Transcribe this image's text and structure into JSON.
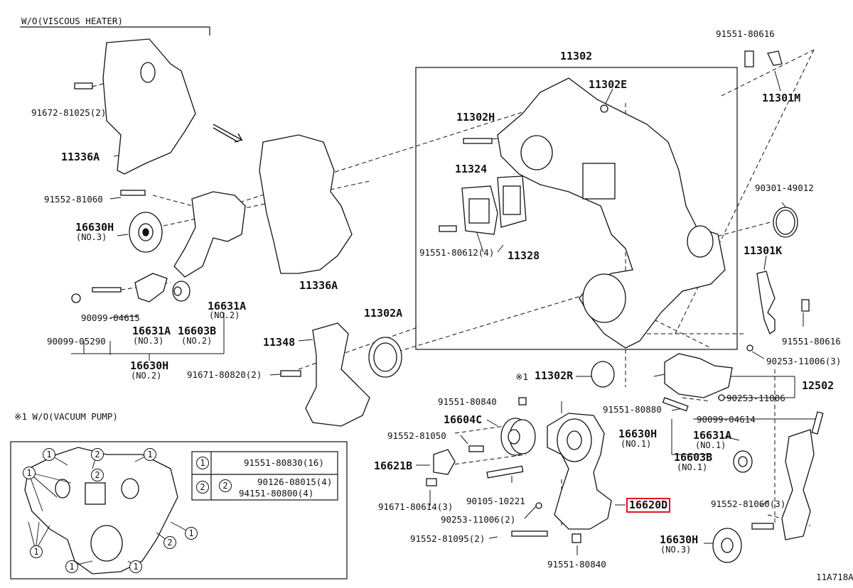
{
  "headers": {
    "wo_viscous_heater": "W/O(VISCOUS HEATER)",
    "wo_vacuum_pump": "※1 W/O(VACUUM PUMP)"
  },
  "figure_id": "11A718A",
  "callouts": {
    "p_91672_81025": "91672-81025(2)",
    "p_11336A_top": "11336A",
    "p_91552_81060_left": "91552-81060",
    "p_16630H_no3_top": "16630H",
    "p_16630H_no3_top_sub": "(NO.3)",
    "p_90099_04615": "90099-04615",
    "p_90099_05290": "90099-05290",
    "p_16631A_no3": "16631A",
    "p_16631A_no3_sub": "(NO.3)",
    "p_16603B_no2": "16603B",
    "p_16603B_no2_sub": "(NO.2)",
    "p_16631A_no2": "16631A",
    "p_16631A_no2_sub": "(NO.2)",
    "p_16630H_no2": "16630H",
    "p_16630H_no2_sub": "(NO.2)",
    "p_11336A_mid": "11336A",
    "p_11348": "11348",
    "p_91671_80820": "91671-80820(2)",
    "p_11302A": "11302A",
    "p_11302": "11302",
    "p_11302E": "11302E",
    "p_11302H": "11302H",
    "p_11324": "11324",
    "p_91551_80612": "91551-80612(4)",
    "p_11328": "11328",
    "p_91551_80616_top": "91551-80616",
    "p_11301M": "11301M",
    "p_90301_49012": "90301-49012",
    "p_11301K": "11301K",
    "p_91551_80616_right": "91551-80616",
    "p_90253_11006_3": "90253-11006(3)",
    "p_11302R_mark": "※1",
    "p_11302R": "11302R",
    "p_12502": "12502",
    "p_90253_11006": "90253-11006",
    "p_91551_80880": "91551-80880",
    "p_90099_04614": "90099-04614",
    "p_91551_80840_top": "91551-80840",
    "p_16604C": "16604C",
    "p_91552_81050": "91552-81050",
    "p_16621B": "16621B",
    "p_91671_80614": "91671-80614(3)",
    "p_90105_10221": "90105-10221",
    "p_90253_11006_2": "90253-11006(2)",
    "p_91552_81095": "91552-81095(2)",
    "p_91551_80840_bottom": "91551-80840",
    "p_16620D": "16620D",
    "p_16630H_no1": "16630H",
    "p_16630H_no1_sub": "(NO.1)",
    "p_16631A_no1": "16631A",
    "p_16631A_no1_sub": "(NO.1)",
    "p_16603B_no1": "16603B",
    "p_16603B_no1_sub": "(NO.1)",
    "p_91552_81060_3": "91552-81060(3)",
    "p_16630H_no3_bottom": "16630H",
    "p_16630H_no3_bottom_sub": "(NO.3)"
  },
  "inset_legend": [
    {
      "num": "1",
      "part": "91551-80830(16)"
    },
    {
      "num": "2",
      "part": "90126-08015(4)",
      "part2": "94151-80800(4)"
    }
  ],
  "inset_markers": [
    "1",
    "2"
  ],
  "highlight_color": "#e0141e"
}
